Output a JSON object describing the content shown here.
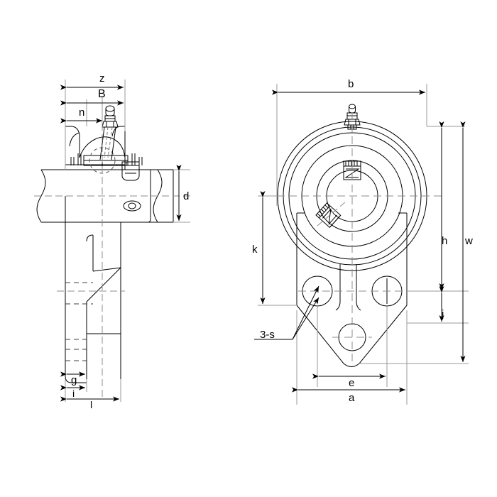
{
  "drawing": {
    "title": "Flange bearing unit dimensional drawing",
    "views": [
      {
        "name": "side-section-view",
        "label": ""
      },
      {
        "name": "front-view",
        "label": ""
      }
    ],
    "colors": {
      "outline": "#000000",
      "center_line": "#808080",
      "extension_line": "#9a9a9a",
      "dimension_line": "#000000",
      "background": "#ffffff"
    }
  },
  "dimensions": {
    "z": {
      "label": "z",
      "view": "side",
      "orientation": "horizontal"
    },
    "B": {
      "label": "B",
      "view": "side",
      "orientation": "horizontal"
    },
    "n": {
      "label": "n",
      "view": "side",
      "orientation": "horizontal"
    },
    "d": {
      "label": "d",
      "view": "side",
      "orientation": "vertical"
    },
    "g": {
      "label": "g",
      "view": "side",
      "orientation": "horizontal"
    },
    "i": {
      "label": "i",
      "view": "side",
      "orientation": "horizontal"
    },
    "l": {
      "label": "l",
      "view": "side",
      "orientation": "horizontal"
    },
    "b": {
      "label": "b",
      "view": "front",
      "orientation": "horizontal"
    },
    "w": {
      "label": "w",
      "view": "front",
      "orientation": "vertical"
    },
    "h": {
      "label": "h",
      "view": "front",
      "orientation": "vertical"
    },
    "j": {
      "label": "j",
      "view": "front",
      "orientation": "vertical"
    },
    "k": {
      "label": "k",
      "view": "front",
      "orientation": "vertical"
    },
    "e": {
      "label": "e",
      "view": "front",
      "orientation": "horizontal"
    },
    "a": {
      "label": "a",
      "view": "front",
      "orientation": "horizontal"
    },
    "bolts": {
      "label": "3-s",
      "view": "front",
      "orientation": "leader"
    }
  },
  "features": {
    "grease_nipple": "grease-nipple-icon",
    "set_screw_top": "set-screw-icon",
    "set_screw_lower": "set-screw-icon",
    "bolt_holes_count": 3
  }
}
